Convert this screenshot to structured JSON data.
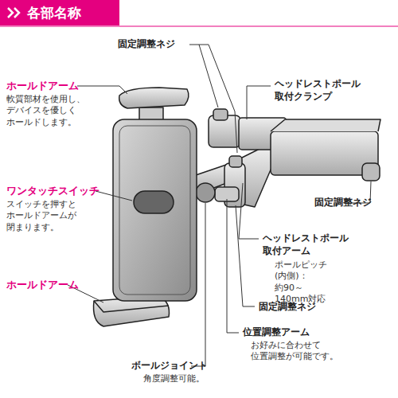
{
  "diagram": {
    "title": "各部名称",
    "labels": [
      "固定調整ネジ",
      "ヘッドレストポール 取付クランプ",
      "ホールドアーム",
      "軟質部材を使用し、 デバイスを優しく ホールドします。",
      "ワンタッチスイッチ",
      "スイッチを押すと ホールドアームが 閉まります。",
      "ホールドアーム",
      "固定調整ネジ",
      "ヘッドレストポール 取付アーム",
      "ポールピッチ(内側)： 約90～140mm対応",
      "固定調整ネジ",
      "位置調整アーム",
      "お好みに合わせて 位置調整が可能です。",
      "ボールジョイント",
      "角度調整可能。"
    ]
  }
}
